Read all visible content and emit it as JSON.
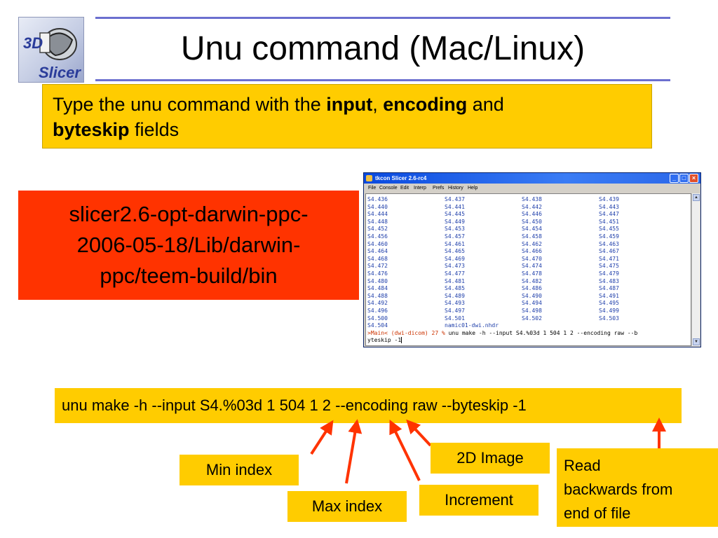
{
  "logo": {
    "text_3d": "3D",
    "text_slicer": "Slicer"
  },
  "title": "Unu command (Mac/Linux)",
  "instruction": {
    "part1": "Type the unu command with the ",
    "bold1": "input",
    "part2": ", ",
    "bold2": "encoding",
    "part3": " and",
    "bold3": "byteskip",
    "part4": " fields"
  },
  "path_box": {
    "line1": "slicer2.6-opt-darwin-ppc-",
    "line2": "2006-05-18/Lib/darwin-",
    "line3": "ppc/teem-build/bin"
  },
  "tkcon": {
    "title": "tkcon Slicer 2.6-rc4",
    "menu": [
      "File",
      "Console",
      "Edit",
      "Interp",
      "Prefs",
      "History",
      "Help"
    ],
    "rows": [
      [
        "S4.436",
        "S4.437",
        "S4.438",
        "S4.439"
      ],
      [
        "S4.440",
        "S4.441",
        "S4.442",
        "S4.443"
      ],
      [
        "S4.444",
        "S4.445",
        "S4.446",
        "S4.447"
      ],
      [
        "S4.448",
        "S4.449",
        "S4.450",
        "S4.451"
      ],
      [
        "S4.452",
        "S4.453",
        "S4.454",
        "S4.455"
      ],
      [
        "S4.456",
        "S4.457",
        "S4.458",
        "S4.459"
      ],
      [
        "S4.460",
        "S4.461",
        "S4.462",
        "S4.463"
      ],
      [
        "S4.464",
        "S4.465",
        "S4.466",
        "S4.467"
      ],
      [
        "S4.468",
        "S4.469",
        "S4.470",
        "S4.471"
      ],
      [
        "S4.472",
        "S4.473",
        "S4.474",
        "S4.475"
      ],
      [
        "S4.476",
        "S4.477",
        "S4.478",
        "S4.479"
      ],
      [
        "S4.480",
        "S4.481",
        "S4.482",
        "S4.483"
      ],
      [
        "S4.484",
        "S4.485",
        "S4.486",
        "S4.487"
      ],
      [
        "S4.488",
        "S4.489",
        "S4.490",
        "S4.491"
      ],
      [
        "S4.492",
        "S4.493",
        "S4.494",
        "S4.495"
      ],
      [
        "S4.496",
        "S4.497",
        "S4.498",
        "S4.499"
      ],
      [
        "S4.500",
        "S4.501",
        "S4.502",
        "S4.503"
      ],
      [
        "S4.504",
        "namic01-dwi.nhdr",
        "",
        ""
      ]
    ],
    "prompt_prefix": ">Main< (dwi-dicom) 27 % ",
    "prompt_cmd": "unu make -h --input S4.%03d 1 504 1 2 --encoding raw --b",
    "prompt_cont": "yteskip -1",
    "colors": {
      "prompt_red": "#cc3300",
      "listing_blue": "#1f3faa"
    }
  },
  "command": "unu make -h --input S4.%03d 1 504 1 2 --encoding raw --byteskip -1",
  "labels": {
    "min_index": "Min index",
    "max_index": "Max index",
    "increment": "Increment",
    "image_2d": "2D Image",
    "read_back_1": "Read",
    "read_back_2": "backwards from",
    "read_back_3": "end of file"
  },
  "colors": {
    "yellow": "#ffcc00",
    "red_box": "#ff3300",
    "arrow": "#ff3300",
    "title_rule": "#6b6fcf"
  }
}
